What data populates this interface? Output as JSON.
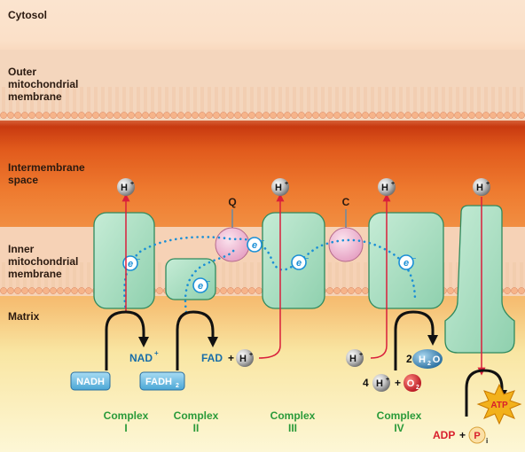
{
  "regions": {
    "cytosol": "Cytosol",
    "outer_membrane": [
      "Outer",
      "mitochondrial",
      "membrane"
    ],
    "intermembrane_space": [
      "Intermembrane",
      "space"
    ],
    "inner_membrane": [
      "Inner",
      "mitochondrial",
      "membrane"
    ],
    "matrix": "Matrix"
  },
  "carriers": {
    "q": "Q",
    "c": "C"
  },
  "complexes": [
    {
      "label": [
        "Complex",
        "I"
      ]
    },
    {
      "label": [
        "Complex",
        "II"
      ]
    },
    {
      "label": [
        "Complex",
        "III"
      ]
    },
    {
      "label": [
        "Complex",
        "IV"
      ]
    }
  ],
  "proton": "H",
  "proton_charge": "+",
  "electron": "e",
  "electron_charge": "−",
  "molecules": {
    "nadh": "NADH",
    "nad_plus": "NAD",
    "nad_charge": "+",
    "fadh2": "FADH",
    "fadh2_sub": "2",
    "fad": "FAD",
    "plus": "+",
    "water_coef": "2",
    "water": "H",
    "water_sub": "2",
    "water_o": "O",
    "proton_coef": "4",
    "oxygen": "O",
    "oxygen_sub": "2",
    "atp": "ATP",
    "adp": "ADP",
    "phosphate": "P",
    "phosphate_sub": "i"
  },
  "colors": {
    "membrane_lipid": "#f3a67a",
    "intermembrane": "#e9671f",
    "matrix": "#f7e39a",
    "complex_fill": "#a8dcc0",
    "complex_stroke": "#2f8a5e",
    "electron_path": "#1a8fd6",
    "proton_arrow": "#d91f3b",
    "complex_label": "#2a9a3a",
    "nadh_box": "#7cc6ea",
    "oxygen": "#d81e2c",
    "atp_star": "#f2b11b"
  }
}
